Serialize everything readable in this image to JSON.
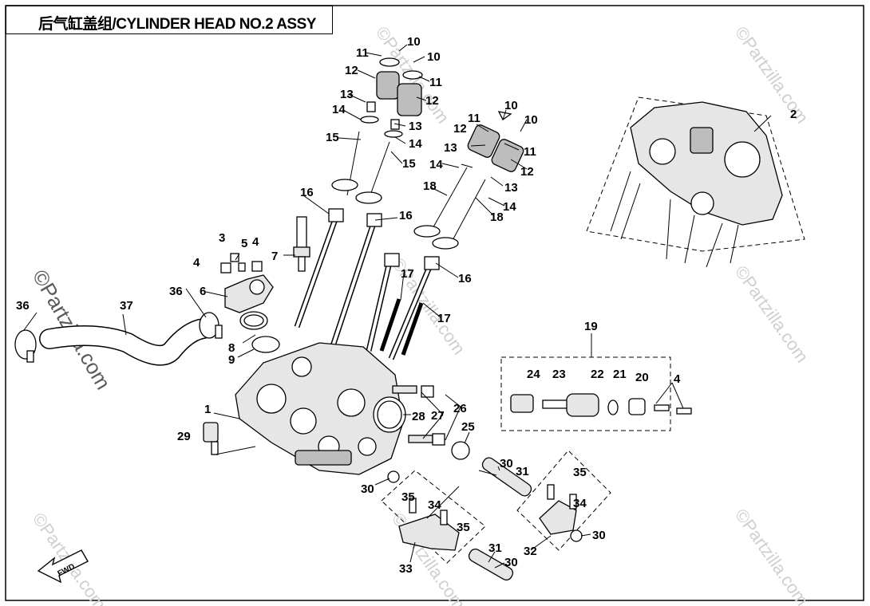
{
  "title": "后气缸盖组/CYLINDER HEAD NO.2 ASSY",
  "watermark": "©Partzilla.com",
  "fwd_label": "FWD",
  "colors": {
    "line": "#000000",
    "background": "#ffffff",
    "watermark": "#cfcfcf"
  },
  "callouts": [
    "1",
    "2",
    "3",
    "4",
    "5",
    "6",
    "7",
    "8",
    "9",
    "10",
    "11",
    "12",
    "13",
    "14",
    "15",
    "16",
    "17",
    "18",
    "19",
    "20",
    "21",
    "22",
    "23",
    "24",
    "25",
    "26",
    "27",
    "28",
    "29",
    "30",
    "31",
    "32",
    "33",
    "34",
    "35",
    "36",
    "37"
  ]
}
